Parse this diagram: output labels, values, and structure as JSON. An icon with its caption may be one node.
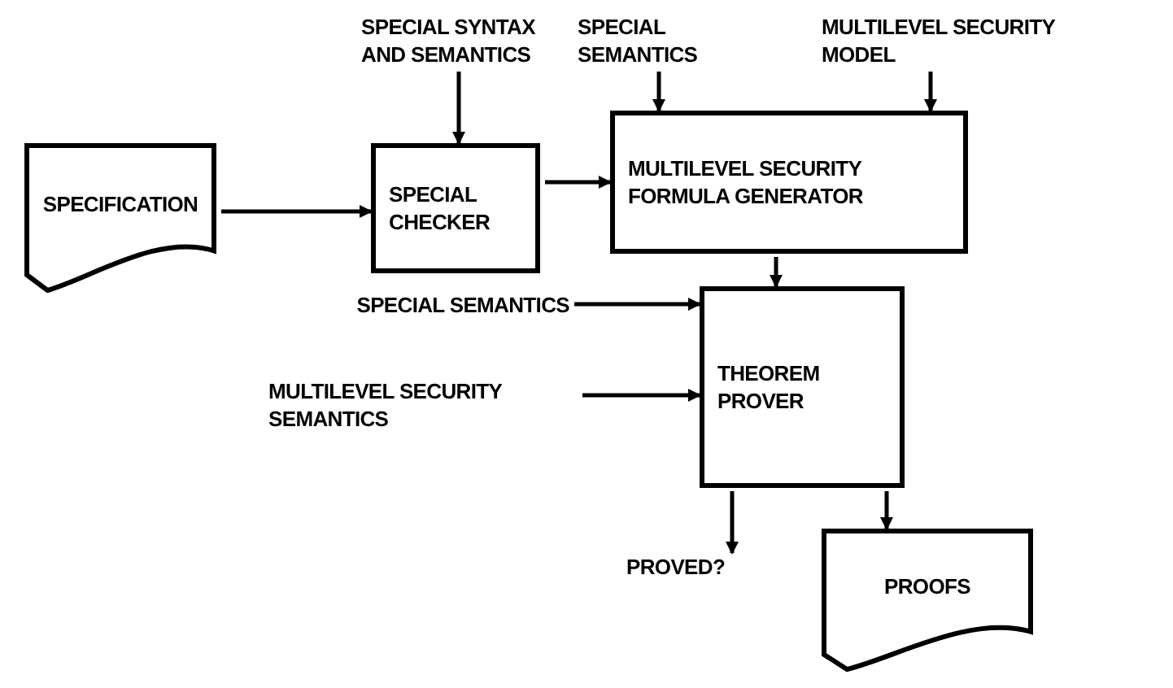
{
  "diagram": {
    "nodes": [
      {
        "text": [
          "SPECIAL SYNTAX AND SEMANTICS"
        ]
      },
      {
        "text": [
          "SPECIAL SEMANTICS"
        ]
      },
      {
        "text": [
          "MULTILEVEL SECURITY MODEL"
        ]
      },
      {
        "text": [
          "SPECIFICATION"
        ]
      },
      {
        "text": [
          "SPECIAL CHECKER"
        ]
      },
      {
        "text": [
          "MULTILEVEL SECURITY FORMULA GENERATOR"
        ]
      },
      {
        "text": [
          "SPECIAL SEMANTICS"
        ]
      },
      {
        "text": [
          "THEOREM PROVER"
        ]
      },
      {
        "text": [
          "MULTILEVEL SECURITY SEMANTICS"
        ]
      },
      {
        "text": [
          "PROVED?"
        ]
      },
      {
        "text": [
          "PROOFS"
        ]
      }
    ],
    "edges": [
      {
        "from": 3,
        "to": 4,
        "arrow": "to"
      },
      {
        "from": 4,
        "to": 5,
        "arrow": "to"
      },
      {
        "from": 0,
        "to": 4,
        "arrow": "to"
      },
      {
        "from": 1,
        "to": 5,
        "arrow": "to"
      },
      {
        "from": 2,
        "to": 5,
        "arrow": "to"
      },
      {
        "from": 5,
        "to": 7,
        "arrow": "to"
      },
      {
        "from": 6,
        "to": 7,
        "arrow": "to"
      },
      {
        "from": 8,
        "to": 7,
        "arrow": "to"
      },
      {
        "from": 7,
        "to": 9,
        "arrow": "to"
      },
      {
        "from": 7,
        "to": 10,
        "arrow": "to"
      }
    ]
  }
}
